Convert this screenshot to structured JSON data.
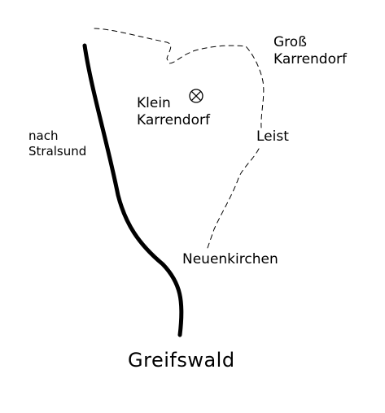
{
  "map": {
    "places": {
      "gross_karrendorf": [
        "Groß",
        "Karrendorf"
      ],
      "klein_karrendorf": [
        "Klein",
        "Karrendorf"
      ],
      "nach_stralsund": [
        "nach",
        "Stralsund"
      ],
      "leist": "Leist",
      "neuenkirchen": "Neuenkirchen",
      "greifswald": "Greifswald"
    },
    "colors": {
      "ink": "#000000",
      "background": "#ffffff"
    },
    "icons": {
      "site_marker": "crossed-circle-icon"
    }
  }
}
